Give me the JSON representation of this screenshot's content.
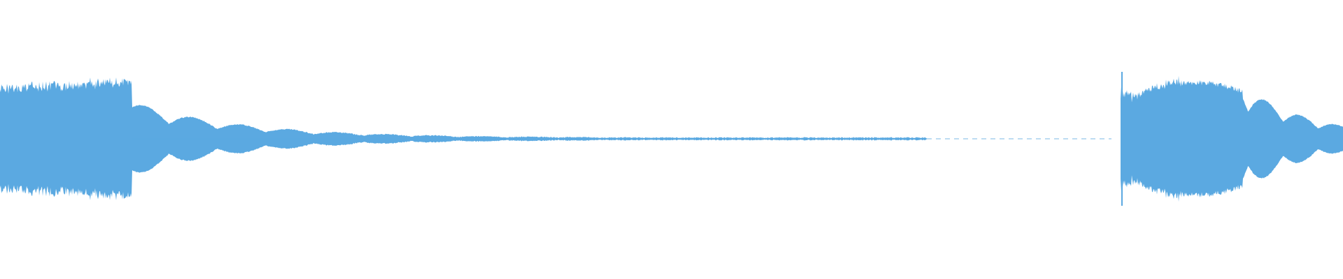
{
  "waveform": {
    "color": "#5ba9e1",
    "background": "#ffffff",
    "duration_fraction_segments": [
      {
        "name": "first-burst",
        "start": 0.0,
        "end": 0.098,
        "level": 0.46,
        "shape": "sustain-rise"
      },
      {
        "name": "first-decay",
        "start": 0.098,
        "end": 0.69,
        "level": 0.32,
        "shape": "ringing-decay"
      },
      {
        "name": "silence-gap",
        "start": 0.69,
        "end": 0.834,
        "level": 0.0,
        "shape": "dashed-silence"
      },
      {
        "name": "second-burst",
        "start": 0.834,
        "end": 1.0,
        "level": 0.46,
        "shape": "swell-decay"
      }
    ]
  }
}
